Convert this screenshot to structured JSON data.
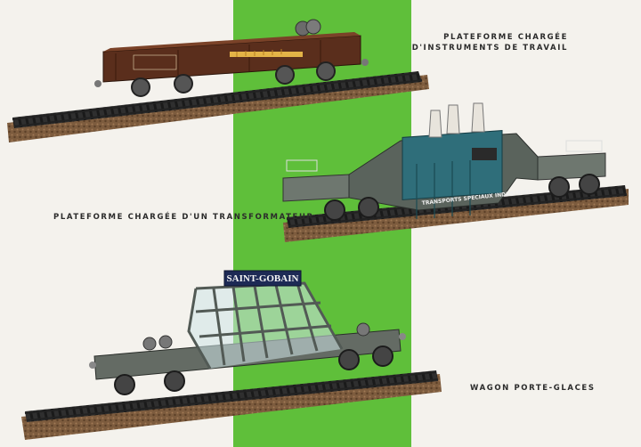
{
  "captions": {
    "instruments_line1": "PLATEFORME CHARGÉE",
    "instruments_line2": "D'INSTRUMENTS DE TRAVAIL",
    "transformer": "PLATEFORME CHARGÉE D'UN TRANSFORMATEUR",
    "glass_wagon": "WAGON PORTE-GLACES"
  },
  "wagon_markings": {
    "glass_sign": "SAINT-GOBAIN",
    "transport": "TRANSPORTS SPECIAUX INDUSTRIELS"
  },
  "colors": {
    "background": "#f4f2ed",
    "green_band": "#5fbf3a",
    "ballast": "#7a5a3c",
    "rail": "#3a3a3a",
    "wagon_brown": "#5a2e1c",
    "wagon_grey": "#6e776f",
    "transformer_blue": "#2f6e7a"
  }
}
